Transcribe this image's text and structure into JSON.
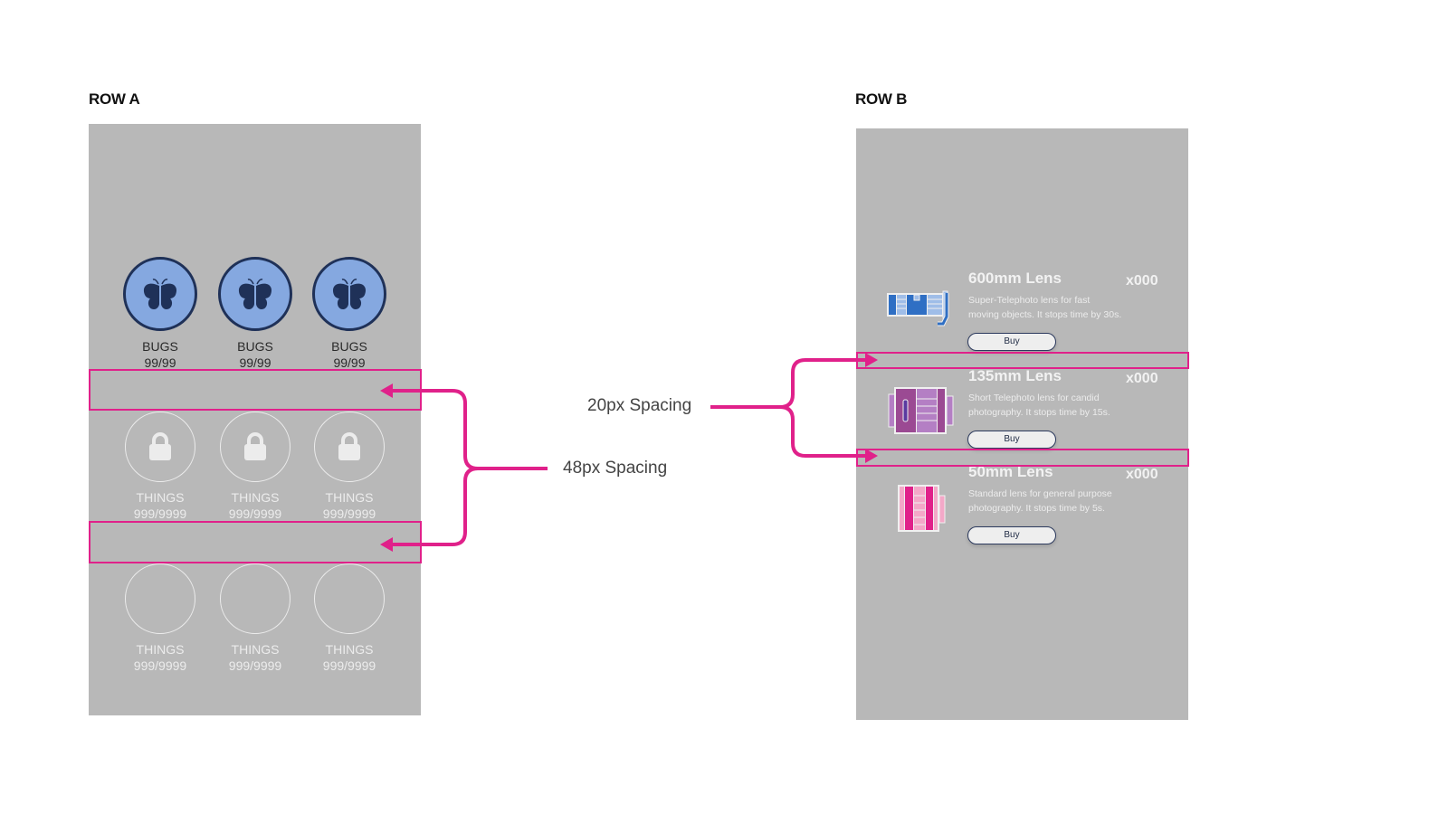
{
  "row_a": {
    "title": "ROW A",
    "rows": [
      {
        "state": "unlocked",
        "icon": "butterfly-icon",
        "items": [
          {
            "label": "BUGS",
            "count": "99/99"
          },
          {
            "label": "BUGS",
            "count": "99/99"
          },
          {
            "label": "BUGS",
            "count": "99/99"
          }
        ]
      },
      {
        "state": "locked",
        "icon": "lock-icon",
        "items": [
          {
            "label": "THINGS",
            "count": "999/9999"
          },
          {
            "label": "THINGS",
            "count": "999/9999"
          },
          {
            "label": "THINGS",
            "count": "999/9999"
          }
        ]
      },
      {
        "state": "empty",
        "icon": "",
        "items": [
          {
            "label": "THINGS",
            "count": "999/9999"
          },
          {
            "label": "THINGS",
            "count": "999/9999"
          },
          {
            "label": "THINGS",
            "count": "999/9999"
          }
        ]
      }
    ],
    "annotation": "48px Spacing"
  },
  "row_b": {
    "title": "ROW B",
    "lenses": [
      {
        "name": "600mm Lens",
        "count": "x000",
        "description": "Super-Telephoto lens for fast moving objects. It stops time by 30s.",
        "button": "Buy",
        "icon": "telephoto-lens-icon",
        "color": "#2f6fc4"
      },
      {
        "name": "135mm Lens",
        "count": "x000",
        "description": "Short Telephoto lens for candid photography. It stops time by 15s.",
        "button": "Buy",
        "icon": "short-telephoto-lens-icon",
        "color": "#9b4a93"
      },
      {
        "name": "50mm Lens",
        "count": "x000",
        "description": "Standard lens for general purpose photography. It stops time by 5s.",
        "button": "Buy",
        "icon": "standard-lens-icon",
        "color": "#e0218a"
      }
    ],
    "annotation": "20px Spacing"
  },
  "colors": {
    "accent": "#e0218a",
    "panel": "#b8b8b8",
    "bug_fill": "#85a8e0",
    "bug_stroke": "#1f3158"
  }
}
